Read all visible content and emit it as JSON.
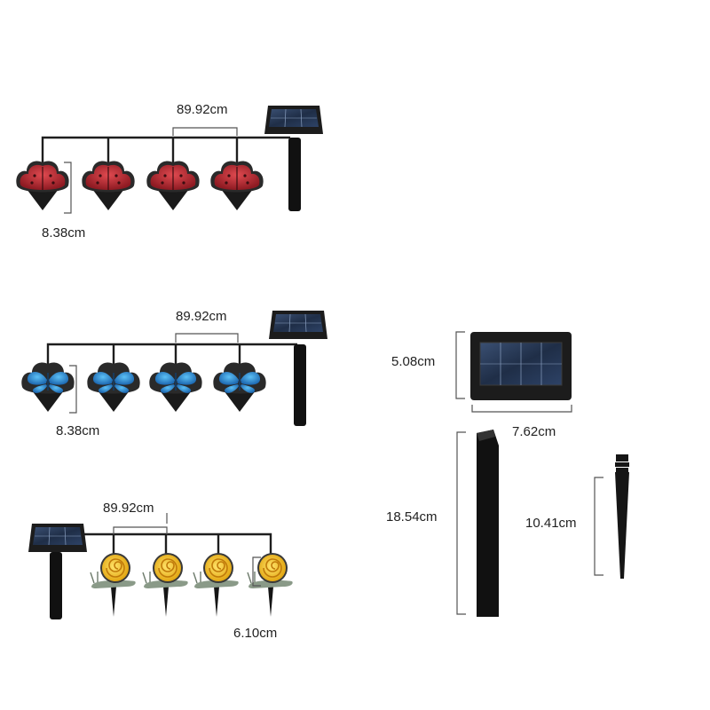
{
  "colors": {
    "background": "#ffffff",
    "wire": "#1e1e1e",
    "dimension_line": "#555555",
    "ladybug_red": "#b2262e",
    "butterfly_blue": "#2f8fd6",
    "snail_shell": "#f2c21a",
    "panel_dark": "#1c1c1c",
    "panel_cell": "#2b3d57",
    "stake": "#111111"
  },
  "icons": [
    "ladybug-light-icon",
    "butterfly-light-icon",
    "snail-light-icon",
    "solar-panel-icon",
    "ground-stake-icon"
  ],
  "dimensions": {
    "red_spacing": "89.92cm",
    "red_height": "8.38cm",
    "blue_spacing": "89.92cm",
    "blue_height": "8.38cm",
    "snail_spacing": "89.92cm",
    "snail_height": "6.10cm",
    "panel_height": "5.08cm",
    "panel_width": "7.62cm",
    "pole_length": "18.54cm",
    "spike_length": "10.41cm"
  }
}
